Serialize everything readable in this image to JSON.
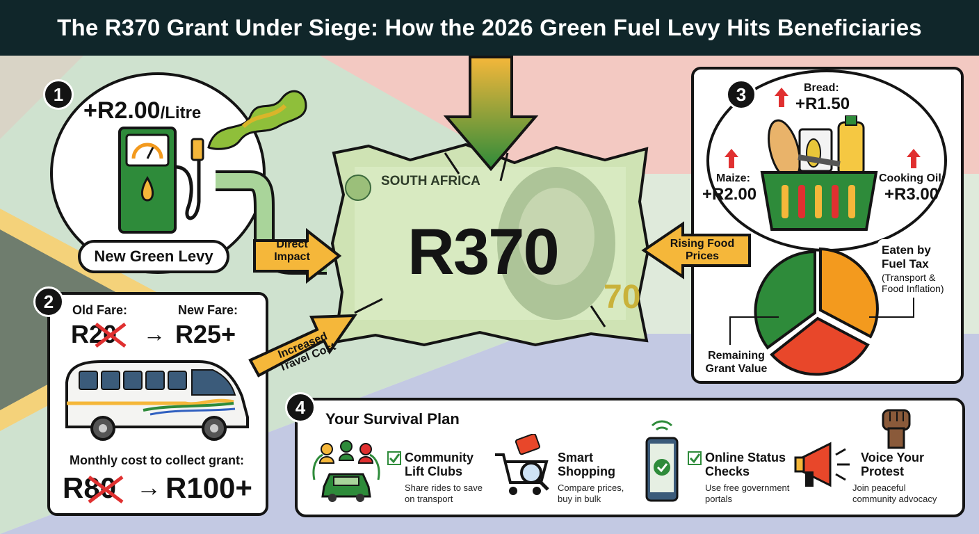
{
  "title": "The R370 Grant Under Siege: How the 2026 Green Fuel Levy Hits Beneficiaries",
  "colors": {
    "title_bg": "#10262a",
    "green": "#2e8b3a",
    "orange": "#f39a1e",
    "red": "#e03030",
    "arrow_yellow": "#f5b73a",
    "note_green": "#cfe5c4"
  },
  "section1": {
    "badge": "1",
    "price": "+R2.00",
    "unit": "/Litre",
    "label": "New Green Levy",
    "icon": "fuel-pump-icon"
  },
  "section2": {
    "badge": "2",
    "old_fare_label": "Old Fare:",
    "old_fare": "R20",
    "new_fare_label": "New Fare:",
    "new_fare": "R25+",
    "monthly_label": "Monthly cost to collect grant:",
    "old_monthly": "R80",
    "new_monthly": "R100+",
    "arrow": "→",
    "icon": "minibus-taxi-icon"
  },
  "center": {
    "country": "SOUTH AFRICA",
    "amount": "R370",
    "corner_value": "70",
    "arrow_direct": "Direct Impact",
    "arrow_travel": "Increased Travel Cost",
    "arrow_food": "Rising Food Prices"
  },
  "section3": {
    "badge": "3",
    "items": [
      {
        "name": "Bread:",
        "increase": "+R1.50"
      },
      {
        "name": "Maize:",
        "increase": "+R2.00"
      },
      {
        "name": "Cooking Oil:",
        "increase": "+R3.00"
      }
    ],
    "pie_eaten_title": "Eaten by Fuel Tax",
    "pie_eaten_desc": "(Transport & Food Inflation)",
    "pie_remaining": "Remaining Grant Value",
    "icon": "grocery-basket-icon"
  },
  "section4": {
    "badge": "4",
    "heading": "Your Survival Plan",
    "items": [
      {
        "title": "Community Lift Clubs",
        "desc": "Share rides to save on transport",
        "icon": "carpool-icon"
      },
      {
        "title": "Smart Shopping",
        "desc": "Compare prices, buy in bulk",
        "icon": "shopping-cart-icon"
      },
      {
        "title": "Online Status Checks",
        "desc": "Use free government portals",
        "icon": "smartphone-check-icon"
      },
      {
        "title": "Voice Your Protest",
        "desc": "Join peaceful community advocacy",
        "icon": "megaphone-icon"
      }
    ]
  }
}
